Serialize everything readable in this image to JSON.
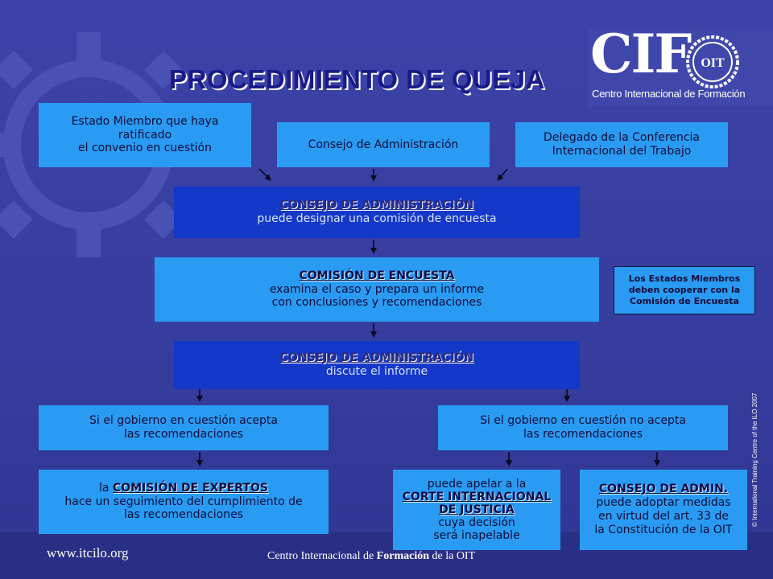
{
  "title": "PROCEDIMIENTO DE QUEJA",
  "logo": {
    "wordmark": "CIF",
    "seal_text": "OIT",
    "subtitle": "Centro Internacional de Formación"
  },
  "boxes": {
    "estado": {
      "lines": [
        "Estado Miembro que haya",
        "ratificado",
        "el convenio en cuestión"
      ]
    },
    "consejo_top": {
      "text": "Consejo de Administración"
    },
    "delegado": {
      "lines": [
        "Delegado de la Conferencia",
        "Internacional del Trabajo"
      ]
    },
    "consejo1": {
      "heading": "CONSEJO DE ADMINISTRACIÓN",
      "text": "puede designar una comisión de encuesta"
    },
    "comision": {
      "heading": "COMISIÓN DE ENCUESTA",
      "lines": [
        "examina el caso y prepara un informe",
        "con conclusiones y recomendaciones"
      ]
    },
    "consejo2": {
      "heading": "CONSEJO DE ADMINISTRACIÓN",
      "text": "discute el informe"
    },
    "acepta": {
      "lines": [
        "Si el gobierno en cuestión acepta",
        "las recomendaciones"
      ]
    },
    "no_acepta": {
      "lines": [
        "Si el gobierno en cuestión no acepta",
        "las recomendaciones"
      ]
    },
    "expertos": {
      "prefix": "la",
      "heading": "COMISIÓN DE EXPERTOS",
      "lines": [
        "hace un seguimiento del cumplimiento de",
        "las recomendaciones"
      ]
    },
    "corte": {
      "lines_top": [
        "puede apelar a la"
      ],
      "heading_lines": [
        "CORTE INTERNACIONAL",
        "DE JUSTICIA"
      ],
      "lines_bottom": [
        "cuya decisión",
        "será inapelable"
      ]
    },
    "admin": {
      "heading": "CONSEJO DE ADMIN.",
      "lines": [
        "puede adoptar medidas",
        "en virtud del art. 33 de",
        "la Constitución de la OIT"
      ]
    }
  },
  "note": {
    "lines": [
      "Los Estados Miembros",
      "deben cooperar con la",
      "Comisión de Encuesta"
    ]
  },
  "copyright": "© International Training Centre of the ILO 2007",
  "footer": {
    "url": "www.itcilo.org",
    "text_pre": "Centro Internacional de ",
    "text_bold": "Formación",
    "text_post": " de la OIT"
  },
  "colors": {
    "background": "#3a41a6",
    "box_light": "#2a9bf2",
    "box_dark": "#1438c8",
    "title": "#1a1a8a"
  }
}
